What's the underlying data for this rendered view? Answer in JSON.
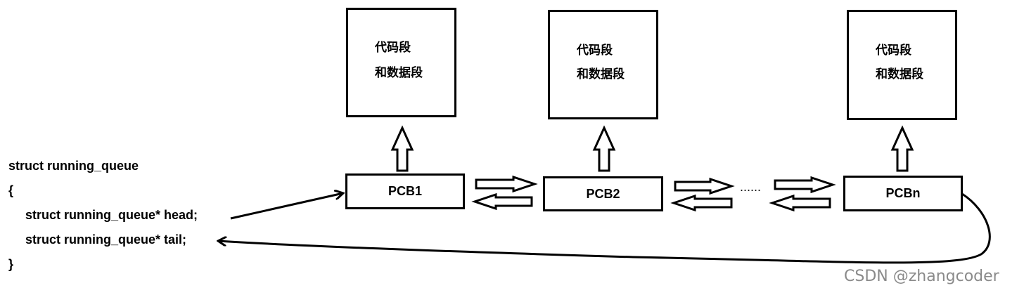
{
  "code": {
    "line1": "struct running_queue",
    "line2": "{",
    "line3": "struct running_queue* head;",
    "line4": "struct running_queue* tail;",
    "line5": "}"
  },
  "segments": [
    {
      "line1": "代码段",
      "line2": "和数据段"
    },
    {
      "line1": "代码段",
      "line2": "和数据段"
    },
    {
      "line1": "代码段",
      "line2": "和数据段"
    }
  ],
  "pcbs": [
    "PCB1",
    "PCB2",
    "PCBn"
  ],
  "ellipsis": "......",
  "watermark": "CSDN @zhangcoder",
  "colors": {
    "stroke": "#000000",
    "watermark": "#8a8a8a"
  }
}
